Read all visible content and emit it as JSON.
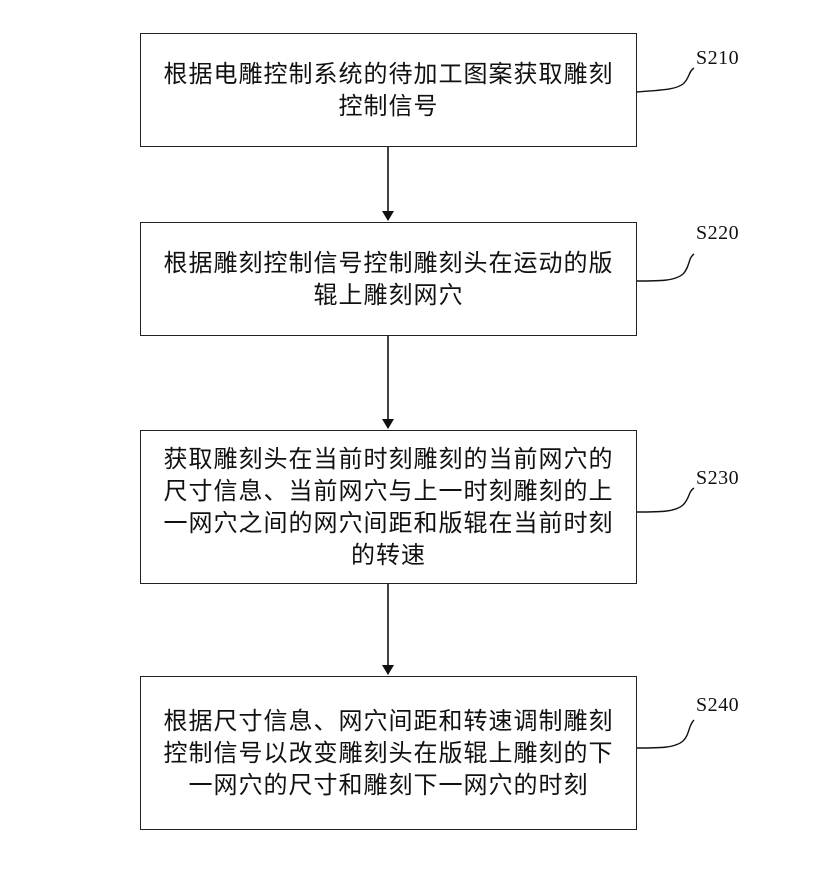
{
  "steps": [
    {
      "label": "S210",
      "text": "根据电雕控制系统的待加工图案获取雕刻\n控制信号"
    },
    {
      "label": "S220",
      "text": "根据雕刻控制信号控制雕刻头在运动的版\n辊上雕刻网穴"
    },
    {
      "label": "S230",
      "text": "获取雕刻头在当前时刻雕刻的当前网穴的\n尺寸信息、当前网穴与上一时刻雕刻的上\n一网穴之间的网穴间距和版辊在当前时刻\n的转速"
    },
    {
      "label": "S240",
      "text": "根据尺寸信息、网穴间距和转速调制雕刻\n控制信号以改变雕刻头在版辊上雕刻的下\n一网穴的尺寸和雕刻下一网穴的时刻"
    }
  ]
}
